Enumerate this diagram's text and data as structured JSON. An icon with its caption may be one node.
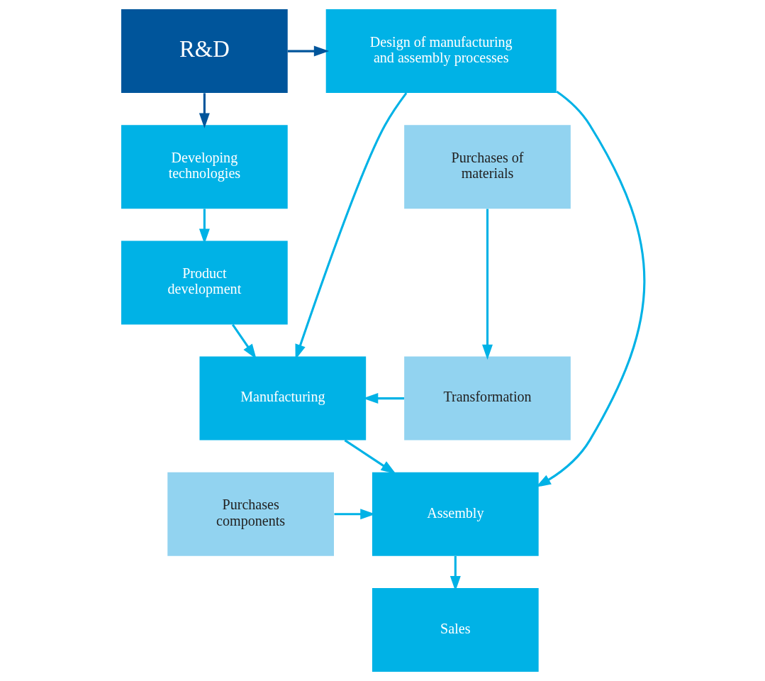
{
  "diagram": {
    "nodes": [
      {
        "text": [
          "R&D"
        ]
      },
      {
        "text": [
          "Design of manufacturing and assembly processes"
        ]
      },
      {
        "text": [
          "Purchases of materials"
        ]
      },
      {
        "text": [
          "Developing technologies"
        ]
      },
      {
        "text": [
          "Product development"
        ]
      },
      {
        "text": [
          "Transformation"
        ]
      },
      {
        "text": [
          "Manufacturing"
        ]
      },
      {
        "text": [
          "Purchases components"
        ]
      },
      {
        "text": [
          "Assembly"
        ]
      },
      {
        "text": [
          "Sales"
        ]
      }
    ],
    "edges": [
      {
        "from": 0,
        "to": 1,
        "arrow": "to",
        "color": "#00559b"
      },
      {
        "from": 0,
        "to": 3,
        "arrow": "to",
        "color": "#00559b"
      },
      {
        "from": 3,
        "to": 4,
        "arrow": "to"
      },
      {
        "from": 4,
        "to": 6,
        "arrow": "to"
      },
      {
        "from": 6,
        "to": 8,
        "arrow": "to"
      },
      {
        "from": 8,
        "to": 9,
        "arrow": "to"
      },
      {
        "from": 2,
        "to": 5,
        "arrow": "to"
      },
      {
        "from": 5,
        "to": 6,
        "arrow": "to"
      },
      {
        "from": 7,
        "to": 8,
        "arrow": "to"
      },
      {
        "from": 1,
        "to": 6,
        "arrow": "to"
      },
      {
        "from": 1,
        "to": 8,
        "arrow": "to"
      }
    ]
  }
}
